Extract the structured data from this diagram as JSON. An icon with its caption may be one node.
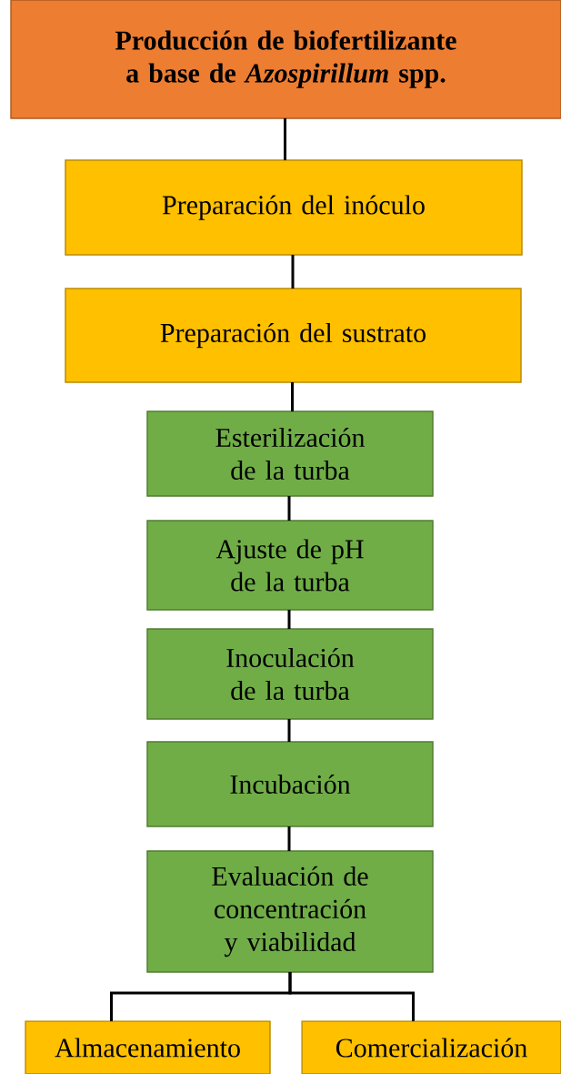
{
  "diagram": {
    "nodes": [
      {
        "text": [
          "Producción de biofertilizante a base de *Azospirillum* spp."
        ]
      },
      {
        "text": [
          "Preparación del inóculo"
        ]
      },
      {
        "text": [
          "Preparación del sustrato"
        ]
      },
      {
        "text": [
          "Esterilización de la turba"
        ]
      },
      {
        "text": [
          "Ajuste de pH de la turba"
        ]
      },
      {
        "text": [
          "Inoculación de la turba"
        ]
      },
      {
        "text": [
          "Incubación"
        ]
      },
      {
        "text": [
          "Evaluación de concentración y viabilidad"
        ]
      },
      {
        "text": [
          "Almacenamiento"
        ]
      },
      {
        "text": [
          "Comercialización"
        ]
      }
    ],
    "edges": [
      {
        "from": 0,
        "to": 1,
        "arrow": "none"
      },
      {
        "from": 1,
        "to": 2,
        "arrow": "none"
      },
      {
        "from": 2,
        "to": 3,
        "arrow": "none"
      },
      {
        "from": 3,
        "to": 4,
        "arrow": "none"
      },
      {
        "from": 4,
        "to": 5,
        "arrow": "none"
      },
      {
        "from": 5,
        "to": 6,
        "arrow": "none"
      },
      {
        "from": 6,
        "to": 7,
        "arrow": "none"
      },
      {
        "from": 7,
        "to": 8,
        "arrow": "none"
      },
      {
        "from": 7,
        "to": 9,
        "arrow": "none"
      }
    ]
  }
}
